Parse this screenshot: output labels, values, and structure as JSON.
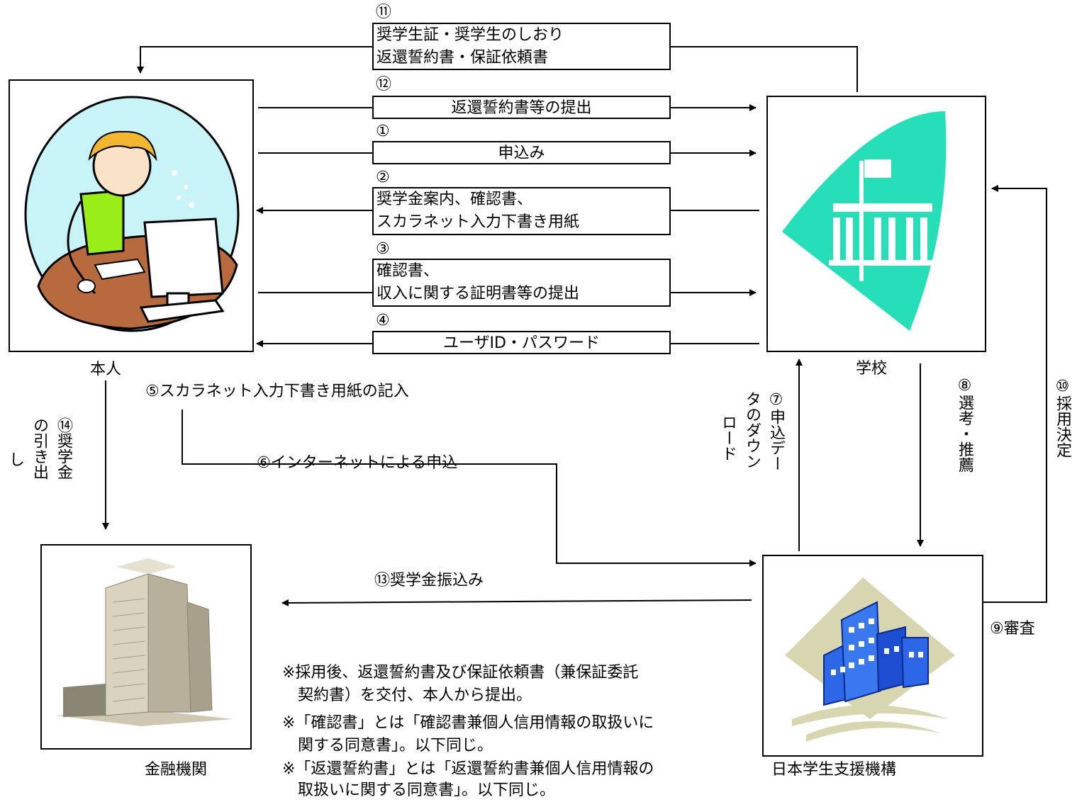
{
  "entities": {
    "student": "本人",
    "school": "学校",
    "jasso": "日本学生支援機構",
    "bank": "金融機関"
  },
  "steps": {
    "s11_num": "⑪",
    "s11_line1": "奨学生証・奨学生のしおり",
    "s11_line2": "返還誓約書・保証依頼書",
    "s12_num": "⑫",
    "s12_text": "返還誓約書等の提出",
    "s1_num": "①",
    "s1_text": "申込み",
    "s2_num": "②",
    "s2_line1": "奨学金案内、確認書、",
    "s2_line2": "スカラネット入力下書き用紙",
    "s3_num": "③",
    "s3_line1": "確認書、",
    "s3_line2": "収入に関する証明書等の提出",
    "s4_num": "④",
    "s4_text": "ユーザID・パスワード",
    "s5": "⑤スカラネット入力下書き用紙の記入",
    "s6": "⑥インターネットによる申込",
    "s7_col1": "⑦申込デー",
    "s7_col2": "タのダウン",
    "s7_col3": "ロード",
    "s8_col": "⑧選考・推薦",
    "s9": "⑨審査",
    "s10_col": "⑩採用決定",
    "s13": "⑬奨学金振込み",
    "s14_col1": "⑭奨学金",
    "s14_col2": "の引き出",
    "s14_col3": "し"
  },
  "notes": [
    "※採用後、返還誓約書及び保証依頼書（兼保証委託",
    "　契約書）を交付、本人から提出。",
    "※「確認書」とは「確認書兼個人信用情報の取扱いに",
    "　関する同意書」。以下同じ。",
    "※「返還誓約書」とは「返還誓約書兼個人信用情報の",
    "　取扱いに関する同意書」。以下同じ。"
  ],
  "colors": {
    "student_bg": "#c8f4f8",
    "student_shirt": "#99ee1a",
    "desk": "#b86a3f",
    "school_teal": "#26dfb8",
    "jasso_blue": "#2e66e8",
    "jasso_beige": "#d8d6b0"
  }
}
